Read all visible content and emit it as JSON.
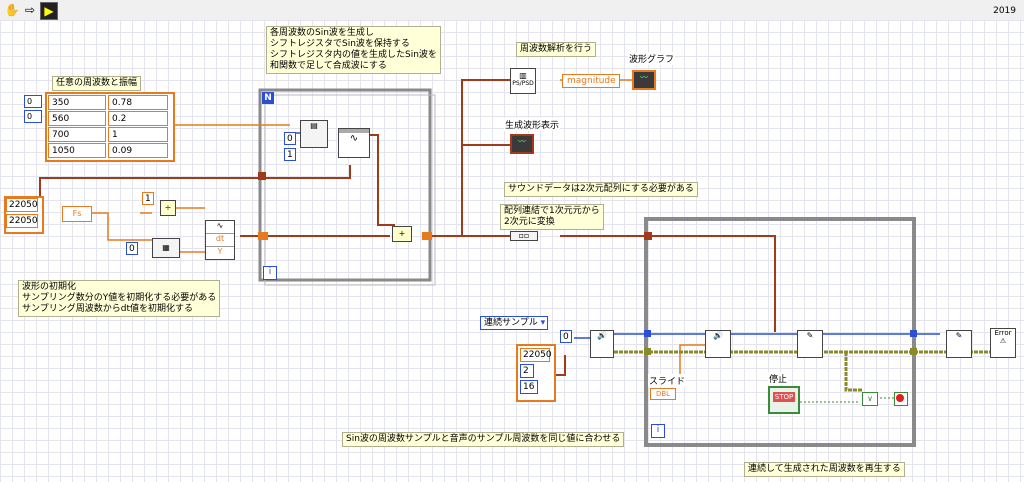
{
  "toolbar": {
    "run_icon": "hand-icon",
    "arrow_icon": "arrow-icon",
    "highlight_icon": "highlight-icon",
    "version": "2019"
  },
  "notes": {
    "sine_gen": [
      "各周波数のSin波を生成し",
      "シフトレジスタでSin波を保持する",
      "シフトレジスタ内の値を生成したSin波を",
      "和関数で足して合成波にする"
    ],
    "freq_amp": "任意の周波数と振幅",
    "init": [
      "波形の初期化",
      "サンプリング数分のY値を初期化する必要がある",
      "サンプリング周波数からdt値を初期化する"
    ],
    "analysis": "周波数解析を行う",
    "sound_2d": "サウンドデータは2次元配列にする必要がある",
    "reshape": [
      "配列連結で1次元元から",
      "2次元に変換"
    ],
    "match_rate": "Sin波の周波数サンプルと音声のサンプル周波数を同じ値に合わせる",
    "play": "連続して生成された周波数を再生する"
  },
  "labels": {
    "waveform_graph": "波形グラフ",
    "gen_waveform": "生成波形表示",
    "magnitude": "magnitude",
    "slide": "スライド",
    "stop": "停止",
    "fs": "Fs",
    "dt": "dt",
    "y": "Y",
    "n": "N",
    "i": "i",
    "dbl": "DBL",
    "stop_btn": "STOP",
    "psd": "PS/PSD",
    "error": "Error"
  },
  "array_table": {
    "index": [
      "0",
      "0"
    ],
    "rows": [
      [
        "350",
        "0.78"
      ],
      [
        "560",
        "0.2"
      ],
      [
        "700",
        "1"
      ],
      [
        "1050",
        "0.09"
      ]
    ]
  },
  "constants": {
    "rate1": "22050",
    "rate2": "22050",
    "zero_a": "0",
    "one_a": "1",
    "zero_b": "0",
    "one_c": "1",
    "zero_d": "0",
    "rate3": "22050",
    "ch": "2",
    "bits": "16"
  },
  "ring": {
    "value": "連続サンプル"
  },
  "colors": {
    "orange": "#e87a1e",
    "blue": "#2a4fd4",
    "olive": "#8a8a2a",
    "loop_gray": "#8a8a8a",
    "wire_rust": "#a03a1a"
  }
}
